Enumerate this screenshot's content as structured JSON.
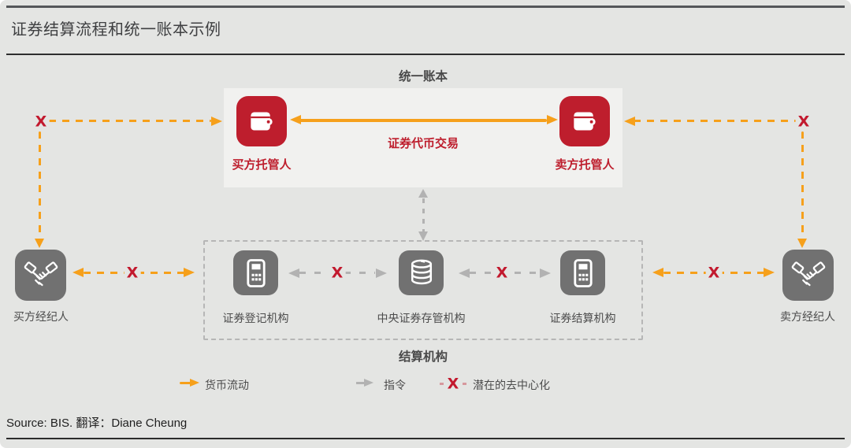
{
  "symbols": {
    "x": "X"
  },
  "header": {
    "title": "证券结算流程和统一账本示例"
  },
  "ledger": {
    "label": "统一账本",
    "buyer_custodian": "买方托管人",
    "seller_custodian": "卖方托管人",
    "transaction": "证券代币交易"
  },
  "brokers": {
    "buyer": "买方经纪人",
    "seller": "卖方经纪人"
  },
  "settlement": {
    "label": "结算机构",
    "registrar": "证券登记机构",
    "csd": "中央证券存管机构",
    "settler": "证券结算机构"
  },
  "legend": {
    "money_flow": "货币流动",
    "instruction": "指令",
    "decentralization": "潜在的去中心化"
  },
  "footer": {
    "source": "Source: BIS.  翻译：Diane Cheung"
  },
  "colors": {
    "accent_orange": "#F6A01B",
    "brand_red": "#BE1E2D",
    "icon_gray": "#717171",
    "arrow_gray": "#B2B2B2",
    "background": "#E4E5E3",
    "panel": "#F1F1EF"
  }
}
